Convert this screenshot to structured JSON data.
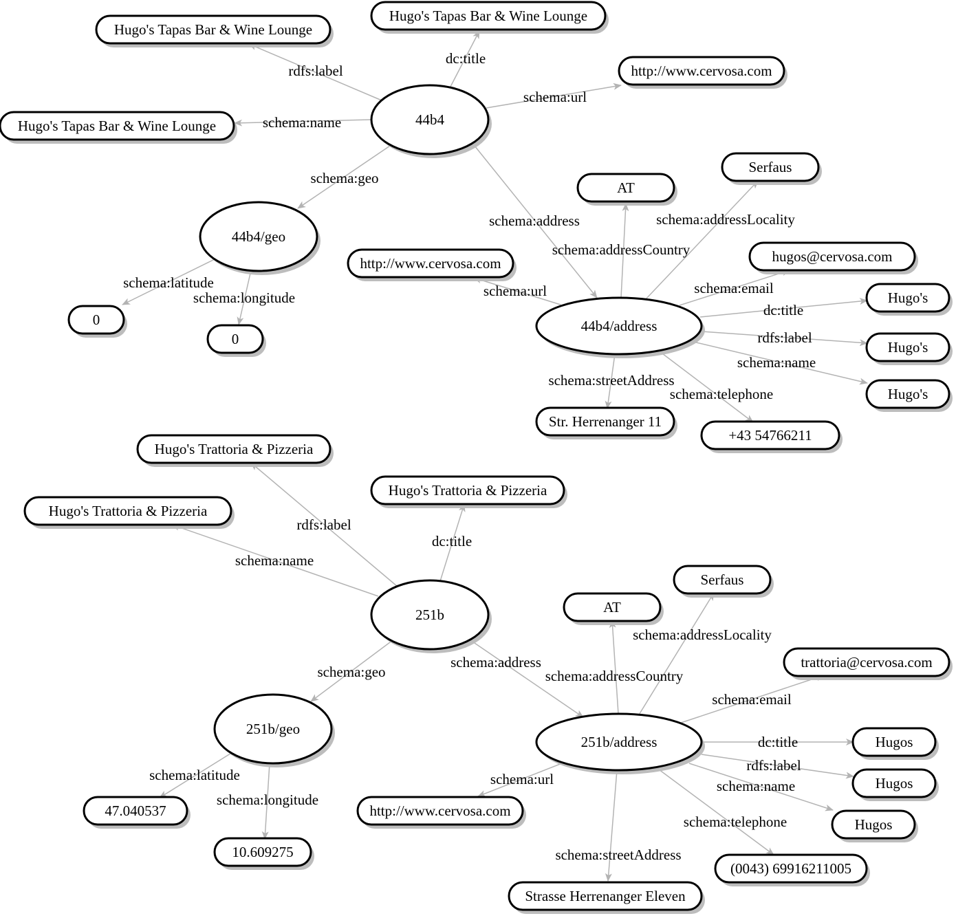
{
  "nodes": {
    "n44b4": "44b4",
    "n44b4_geo": "44b4/geo",
    "n44b4_addr": "44b4/address",
    "l44_rdfs": "Hugo's Tapas Bar & Wine Lounge",
    "l44_dctitle": "Hugo's Tapas Bar & Wine Lounge",
    "l44_url": "http://www.cervosa.com",
    "l44_name": "Hugo's Tapas Bar & Wine Lounge",
    "l44_lat": "0",
    "l44_lon": "0",
    "l44a_url": "http://www.cervosa.com",
    "l44a_country": "AT",
    "l44a_locality": "Serfaus",
    "l44a_email": "hugos@cervosa.com",
    "l44a_dctitle": "Hugo's",
    "l44a_rdfs": "Hugo's",
    "l44a_name": "Hugo's",
    "l44a_street": "Str. Herrenanger 11",
    "l44a_tel": "+43 54766211",
    "n251b": "251b",
    "n251b_geo": "251b/geo",
    "n251b_addr": "251b/address",
    "l25_rdfs": "Hugo's Trattoria & Pizzeria",
    "l25_dctitle": "Hugo's Trattoria & Pizzeria",
    "l25_name": "Hugo's Trattoria & Pizzeria",
    "l25_lat": "47.040537",
    "l25_lon": "10.609275",
    "l25a_url": "http://www.cervosa.com",
    "l25a_country": "AT",
    "l25a_locality": "Serfaus",
    "l25a_email": "trattoria@cervosa.com",
    "l25a_dctitle": "Hugos",
    "l25a_rdfs": "Hugos",
    "l25a_name": "Hugos",
    "l25a_tel": "(0043) 69916211005",
    "l25a_street": "Strasse Herrenanger Eleven"
  },
  "edges": {
    "e44_rdfs": "rdfs:label",
    "e44_dctitle": "dc:title",
    "e44_url": "schema:url",
    "e44_name": "schema:name",
    "e44_geo": "schema:geo",
    "e44_address": "schema:address",
    "e44g_lat": "schema:latitude",
    "e44g_lon": "schema:longitude",
    "e44a_url": "schema:url",
    "e44a_country": "schema:addressCountry",
    "e44a_locality": "schema:addressLocality",
    "e44a_email": "schema:email",
    "e44a_dctitle": "dc:title",
    "e44a_rdfs": "rdfs:label",
    "e44a_name": "schema:name",
    "e44a_street": "schema:streetAddress",
    "e44a_tel": "schema:telephone",
    "e25_rdfs": "rdfs:label",
    "e25_dctitle": "dc:title",
    "e25_name": "schema:name",
    "e25_geo": "schema:geo",
    "e25_address": "schema:address",
    "e25g_lat": "schema:latitude",
    "e25g_lon": "schema:longitude",
    "e25a_url": "schema:url",
    "e25a_country": "schema:addressCountry",
    "e25a_locality": "schema:addressLocality",
    "e25a_email": "schema:email",
    "e25a_dctitle": "dc:title",
    "e25a_rdfs": "rdfs:label",
    "e25a_name": "schema:name",
    "e25a_tel": "schema:telephone",
    "e25a_street": "schema:streetAddress"
  },
  "colors": {
    "edge": "#b3b3b3",
    "node_stroke": "#000000",
    "node_fill": "#ffffff",
    "shadow": "#bdbdbd"
  }
}
